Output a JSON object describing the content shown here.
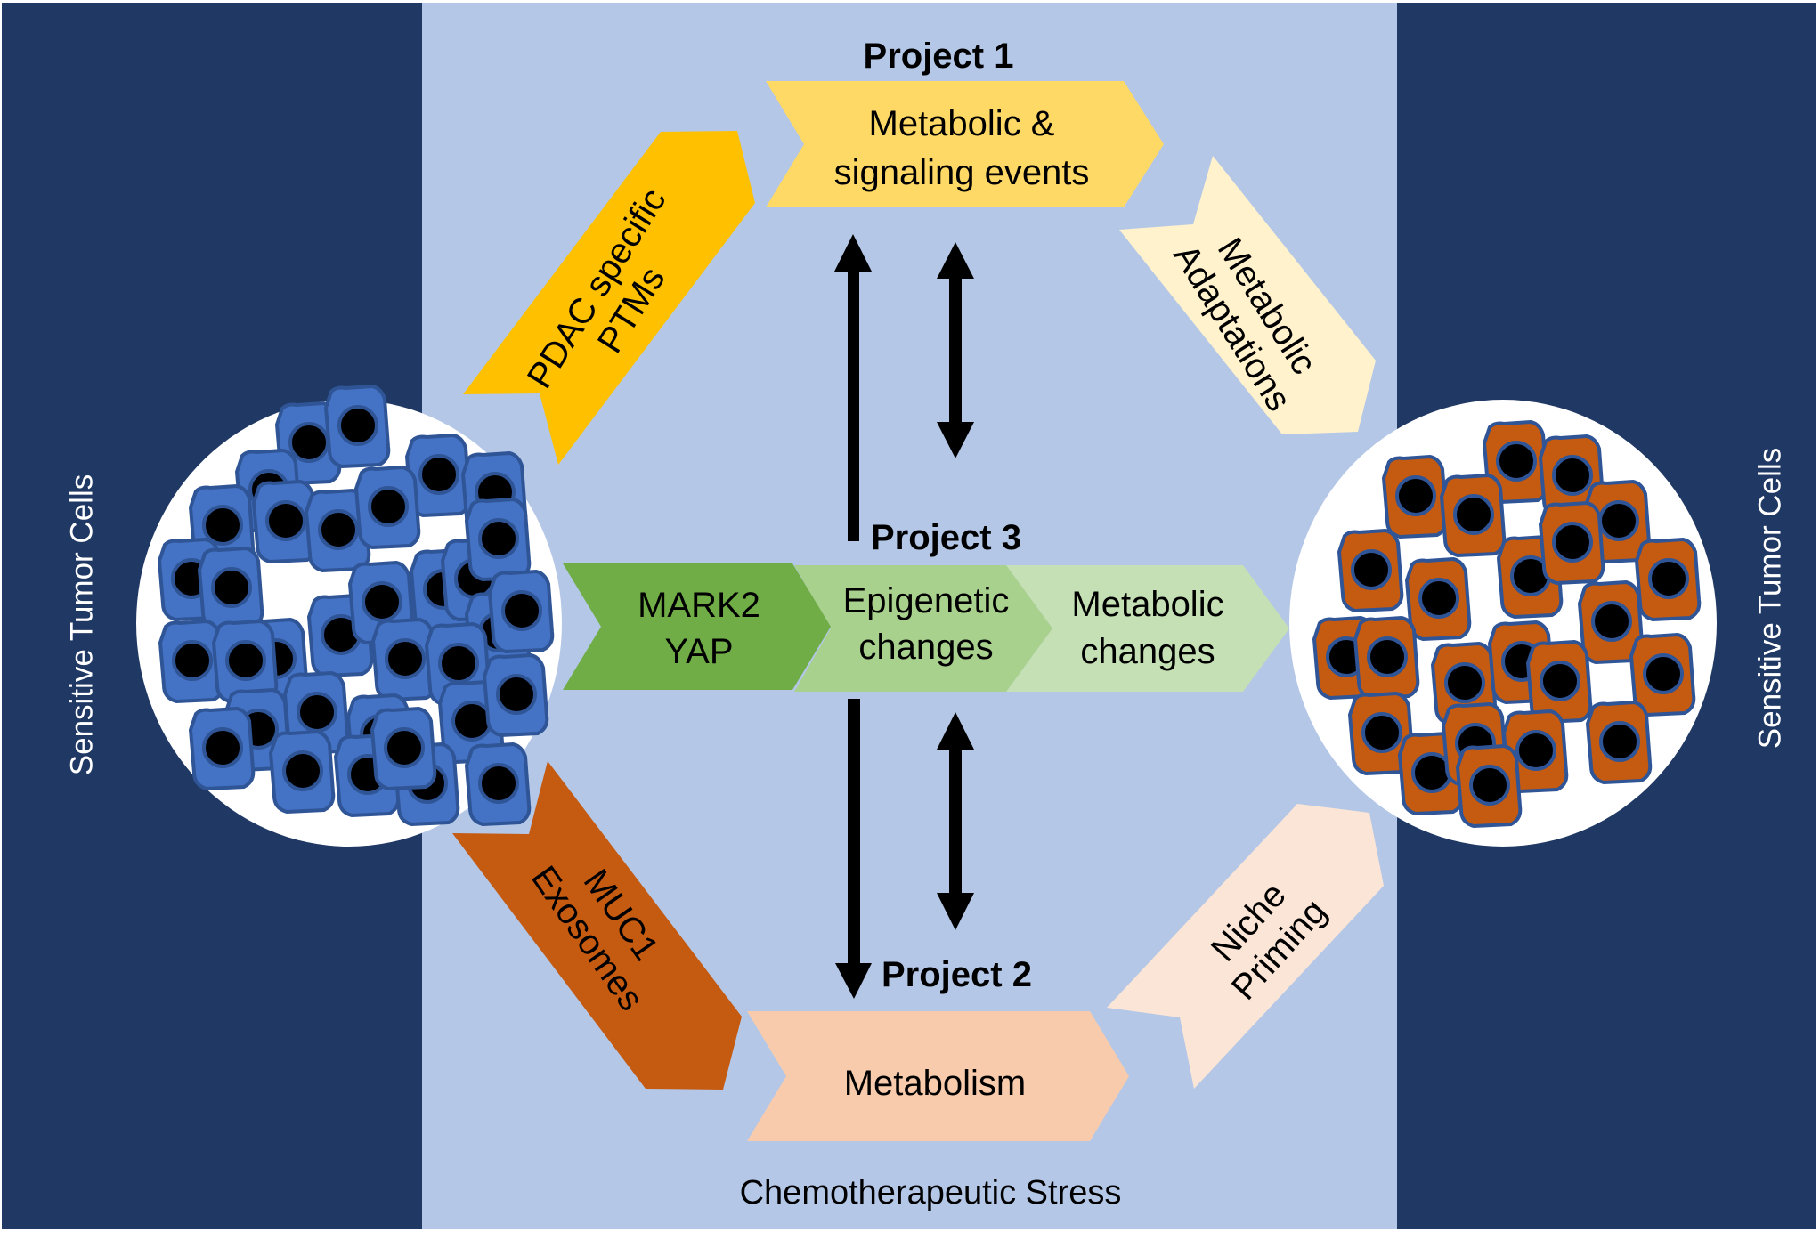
{
  "colors": {
    "side_panel": "#203864",
    "center_panel": "#B4C7E7",
    "pdac_arrow": "#FFC000",
    "project1_chevron": "#FFD966",
    "adaptations_arrow": "#FFF2CC",
    "mark2_chevron": "#70AD47",
    "epigenetic_chevron": "#A9D18E",
    "metabolic_changes_chevron": "#C5E0B4",
    "muc1_arrow": "#C55A11",
    "metabolism_chevron": "#F8CBAD",
    "niche_arrow": "#FBE5D6",
    "sensitive_cell": "#4472C4",
    "resistant_cell": "#C55A11",
    "cell_outline": "#2F5597",
    "nucleus": "#000000"
  },
  "side_labels": {
    "left": "Sensitive Tumor Cells",
    "right": "Sensitive Tumor Cells"
  },
  "projects": {
    "project1": {
      "title": "Project 1",
      "box_lines": [
        "Metabolic &",
        "signaling events"
      ]
    },
    "project2": {
      "title": "Project 2",
      "box_lines": [
        "Metabolism"
      ]
    },
    "project3": {
      "title": "Project 3",
      "steps": [
        {
          "lines": [
            "MARK2",
            "YAP"
          ]
        },
        {
          "lines": [
            "Epigenetic",
            "changes"
          ]
        },
        {
          "lines": [
            "Metabolic",
            "changes"
          ]
        }
      ]
    }
  },
  "connectors": {
    "pdac": [
      "PDAC specific",
      "PTMs"
    ],
    "adaptations": [
      "Metabolic",
      "Adaptations"
    ],
    "muc1": [
      "MUC1",
      "Exosomes"
    ],
    "niche": [
      "Niche",
      "Priming"
    ]
  },
  "footer": "Chemotherapeutic Stress",
  "icons": {
    "left_cluster": "sensitive-tumor-cell-cluster",
    "right_cluster": "resistant-tumor-cell-cluster",
    "arrows": [
      "up-arrow",
      "double-arrow",
      "down-arrow",
      "double-arrow"
    ]
  }
}
